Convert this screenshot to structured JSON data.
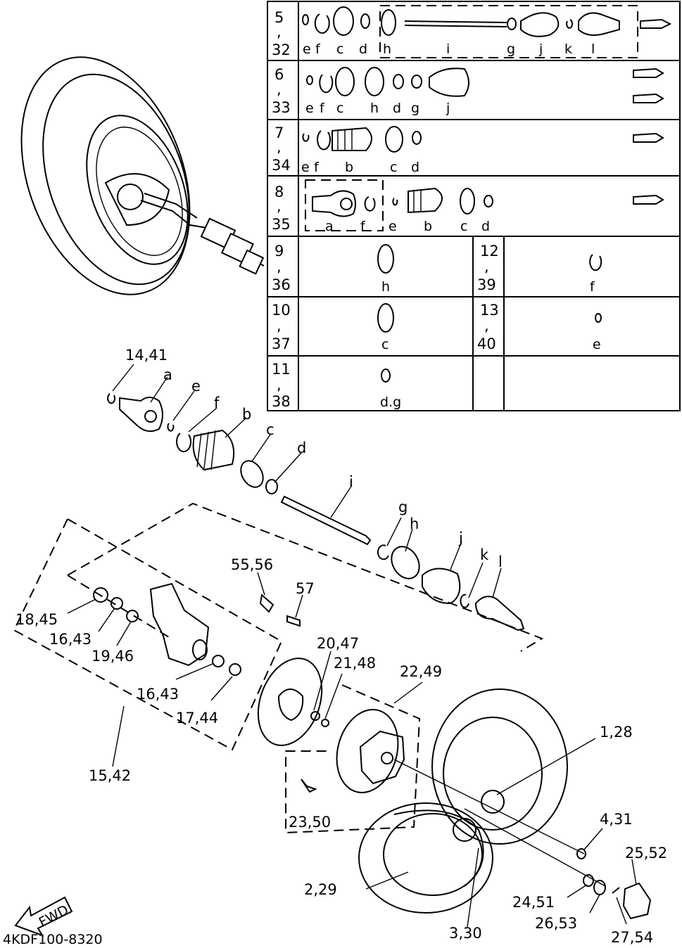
{
  "table_rows": [
    {
      "id": "row-5-32",
      "num_top": "5",
      "num_sep": ",",
      "num_bot": "32",
      "parts": [
        "e",
        "f",
        "c",
        "d",
        "h",
        "i",
        "g",
        "j",
        "k",
        "l"
      ]
    },
    {
      "id": "row-6-33",
      "num_top": "6",
      "num_sep": ",",
      "num_bot": "33",
      "parts": [
        "e",
        "f",
        "c",
        "h",
        "d",
        "g",
        "j"
      ]
    },
    {
      "id": "row-7-34",
      "num_top": "7",
      "num_sep": ",",
      "num_bot": "34",
      "parts": [
        "e",
        "f",
        "b",
        "c",
        "d"
      ]
    },
    {
      "id": "row-8-35",
      "num_top": "8",
      "num_sep": ",",
      "num_bot": "35",
      "parts": [
        "a",
        "f",
        "e",
        "b",
        "c",
        "d"
      ]
    },
    {
      "id": "row-9-36",
      "num_top": "9",
      "num_sep": ",",
      "num_bot": "36",
      "parts": [
        "h"
      ]
    },
    {
      "id": "row-12-39",
      "num_top": "12",
      "num_sep": ",",
      "num_bot": "39",
      "parts": [
        "f"
      ]
    },
    {
      "id": "row-10-37",
      "num_top": "10",
      "num_sep": ",",
      "num_bot": "37",
      "parts": [
        "c"
      ]
    },
    {
      "id": "row-13-40",
      "num_top": "13",
      "num_sep": ",",
      "num_bot": "40",
      "parts": [
        "e"
      ]
    },
    {
      "id": "row-11-38",
      "num_top": "11",
      "num_sep": ",",
      "num_bot": "38",
      "parts": [
        "d.g"
      ]
    }
  ],
  "callouts": {
    "c14_41": "14,41",
    "a": "a",
    "e": "e",
    "f": "f",
    "b": "b",
    "c": "c",
    "d": "d",
    "i": "i",
    "g": "g",
    "h": "h",
    "j": "j",
    "k": "k",
    "l": "l",
    "c55_56": "55,56",
    "c57": "57",
    "c18_45": "18,45",
    "c16_43a": "16,43",
    "c19_46": "19,46",
    "c16_43b": "16,43",
    "c17_44": "17,44",
    "c15_42": "15,42",
    "c20_47": "20,47",
    "c21_48": "21,48",
    "c22_49": "22,49",
    "c1_28": "1,28",
    "c4_31": "4,31",
    "c25_52": "25,52",
    "c23_50": "23,50",
    "c2_29": "2,29",
    "c24_51": "24,51",
    "c26_53": "26,53",
    "c27_54": "27,54",
    "c3_30": "3,30"
  },
  "fwd_label": "FWD",
  "drawing_code": "4KDF100-8320"
}
